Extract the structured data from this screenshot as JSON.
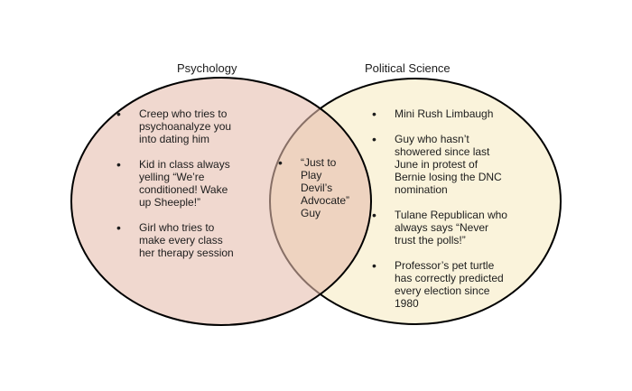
{
  "venn": {
    "bullet": "•",
    "colors": {
      "left_circle_fill": "rgba(230,189,174,0.59)",
      "left_circle_seen_over_white": "#f0d8cf",
      "right_circle_fill": "#faf3db",
      "overlap_seen": "#ebd0bf",
      "outline": "#000000",
      "text": "#1c1c1c",
      "background": "#ffffff"
    },
    "left": {
      "title": "Psychology",
      "items": [
        {
          "text": "Creep who tries to\npsychoanalyze you\ninto dating him"
        },
        {
          "text": "Kid in class always\nyelling “We’re\nconditioned! Wake\nup Sheeple!”"
        },
        {
          "text": "Girl who tries to\nmake every class\nher therapy session"
        }
      ]
    },
    "overlap": {
      "items": [
        {
          "text": "“Just to\nPlay\nDevil’s\nAdvocate”\nGuy"
        }
      ]
    },
    "right": {
      "title": "Political Science",
      "items": [
        {
          "text": "Mini Rush Limbaugh"
        },
        {
          "text": "Guy who hasn’t\nshowered since last\nJune in protest of\nBernie losing the DNC\nnomination"
        },
        {
          "text": "Tulane Republican who\nalways says “Never\ntrust the polls!”"
        },
        {
          "text": "Professor’s pet turtle\nhas correctly predicted\nevery election since\n1980"
        }
      ]
    }
  }
}
